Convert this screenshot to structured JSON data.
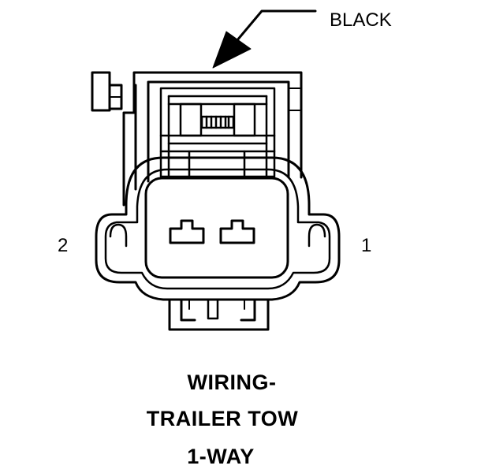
{
  "callout": {
    "label": "BLACK"
  },
  "pins": {
    "left": "2",
    "right": "1"
  },
  "title": {
    "line1": "WIRING-",
    "line2": "TRAILER TOW",
    "line3": "1-WAY"
  },
  "colors": {
    "ink": "#000000",
    "background": "#ffffff"
  }
}
